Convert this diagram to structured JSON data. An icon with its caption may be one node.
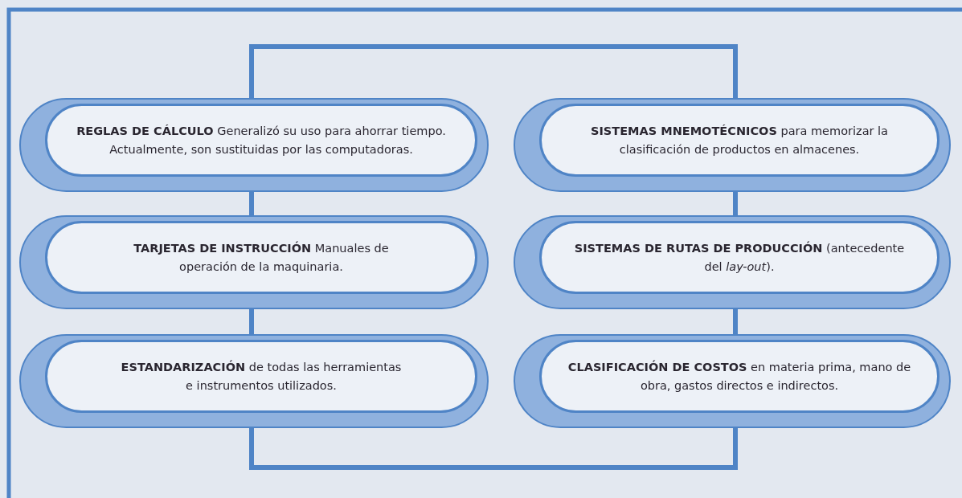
{
  "diagram": {
    "nodes": [
      {
        "text": [
          "**REGLAS DE CÁLCULO**  Generalizó su uso para ahorrar tiempo. Actualmente, son sustituidas por las computadoras."
        ]
      },
      {
        "text": [
          "**TARJETAS DE INSTRUCCIÓN** Manuales de operación de la maquinaria."
        ]
      },
      {
        "text": [
          "**ESTANDARIZACIÓN** de todas las herramientas e instrumentos utilizados."
        ]
      },
      {
        "text": [
          "**SISTEMAS MNEMOTÉCNICOS** para memorizar la clasificación de productos en almacenes."
        ]
      },
      {
        "text": [
          "**SISTEMAS DE RUTAS DE PRODUCCIÓN** (antecedente del *lay-out*)."
        ]
      },
      {
        "text": [
          "**CLASIFICACIÓN DE  COSTOS** en materia prima, mano de obra, gastos directos e indirectos."
        ]
      }
    ],
    "edges": [
      {
        "from": 0,
        "to": 1,
        "arrow": "none"
      },
      {
        "from": 1,
        "to": 2,
        "arrow": "none"
      },
      {
        "from": 3,
        "to": 4,
        "arrow": "none"
      },
      {
        "from": 4,
        "to": 5,
        "arrow": "none"
      },
      {
        "from": 0,
        "to": 3,
        "arrow": "none"
      },
      {
        "from": 2,
        "to": 5,
        "arrow": "none"
      }
    ]
  }
}
